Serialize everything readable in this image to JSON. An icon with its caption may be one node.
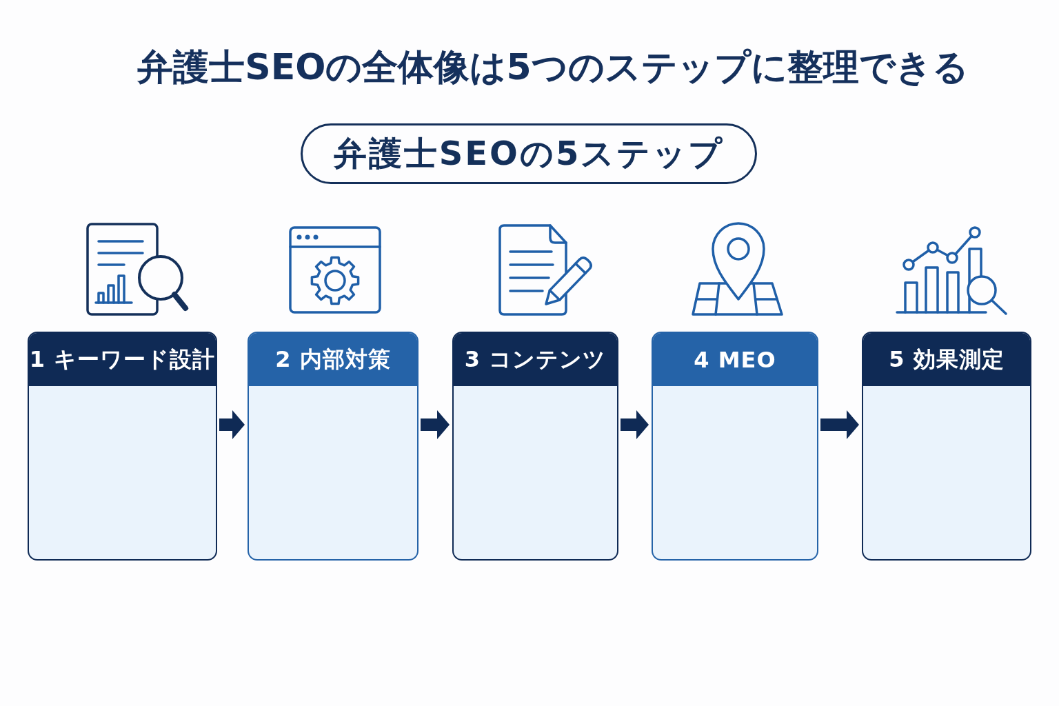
{
  "diagram": {
    "title": "弁護士SEOの全体像は5つのステップに整理できる",
    "nodes": [
      {
        "text": [
          "弁護士SEOの5ステップ"
        ]
      },
      {
        "text": [
          "1 キーワード設計"
        ]
      },
      {
        "text": [
          "2 内部対策"
        ]
      },
      {
        "text": [
          "3 コンテンツ"
        ]
      },
      {
        "text": [
          "4 MEO"
        ]
      },
      {
        "text": [
          "5 効果測定"
        ]
      }
    ],
    "edges": [
      {
        "from": 1,
        "to": 2,
        "arrow": "to"
      },
      {
        "from": 2,
        "to": 3,
        "arrow": "to"
      },
      {
        "from": 3,
        "to": 4,
        "arrow": "to"
      },
      {
        "from": 4,
        "to": 5,
        "arrow": "to"
      }
    ]
  }
}
